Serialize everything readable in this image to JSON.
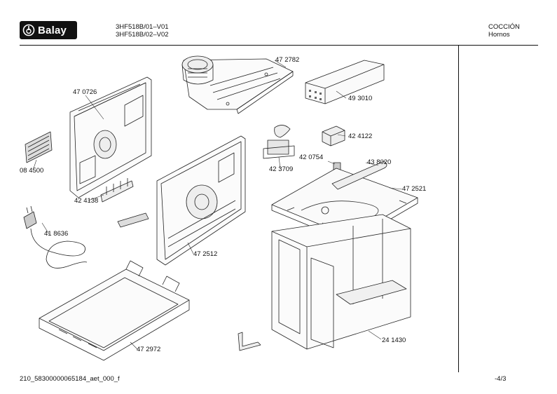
{
  "header": {
    "brand": "Balay",
    "models": [
      "3HF518B/01–V01",
      "3HF518B/02–V02"
    ],
    "category": "COCCIÓN",
    "subcategory": "Hornos"
  },
  "parts": [
    {
      "id": "47 2782"
    },
    {
      "id": "47 0726"
    },
    {
      "id": "49 3010"
    },
    {
      "id": "42 4122"
    },
    {
      "id": "42 0754"
    },
    {
      "id": "43 8020"
    },
    {
      "id": "42 3709"
    },
    {
      "id": "08 4500"
    },
    {
      "id": "47 2521"
    },
    {
      "id": "42 4138"
    },
    {
      "id": "41 8636"
    },
    {
      "id": "47 2512"
    },
    {
      "id": "47 2972"
    },
    {
      "id": "24 1430"
    }
  ],
  "footer": {
    "doc_code": "210_58300000065184_aet_000_f",
    "page": "-4/3"
  }
}
